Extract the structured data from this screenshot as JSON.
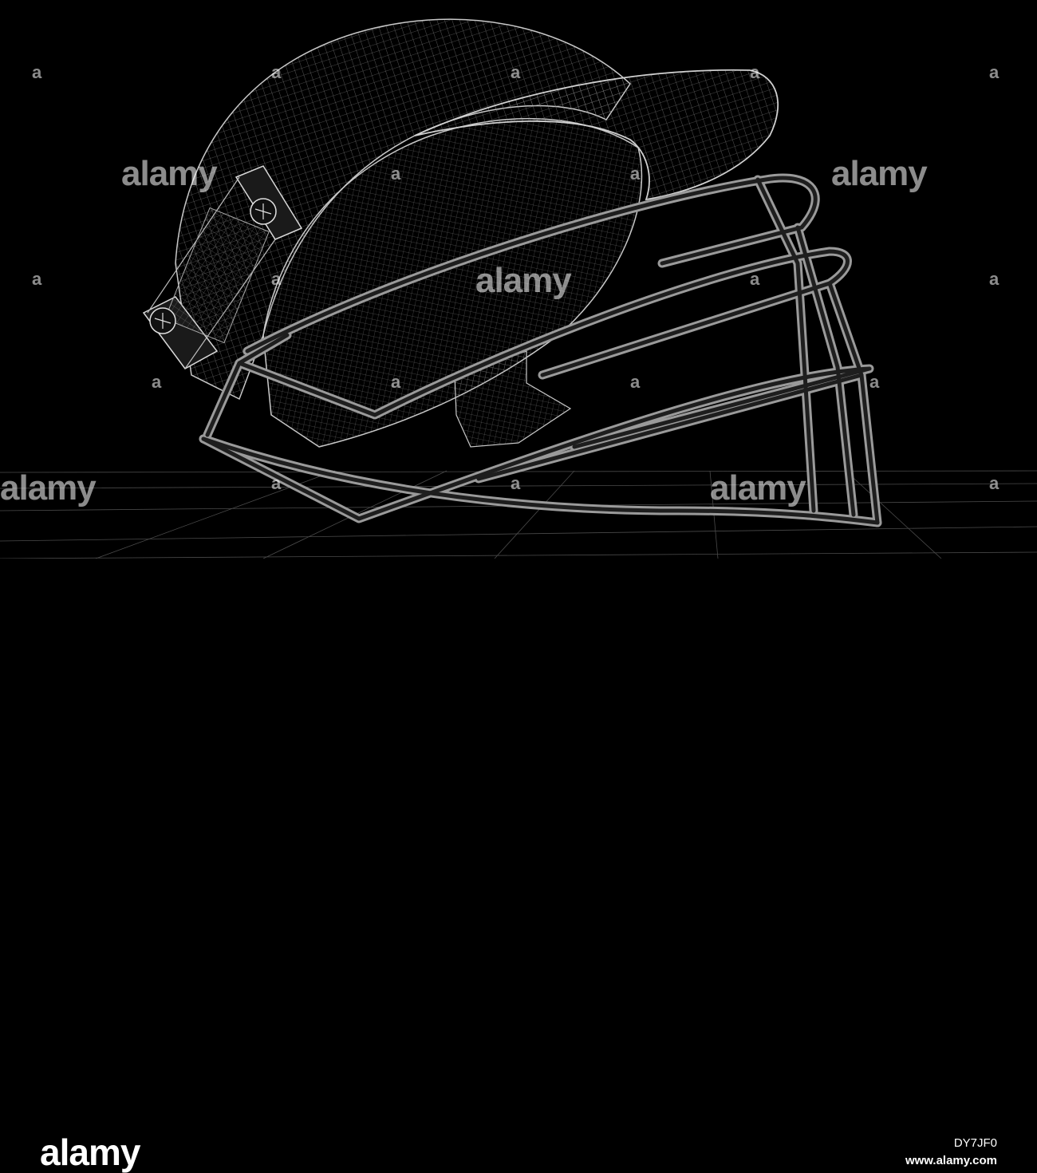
{
  "scene": {
    "subject": "wireframe-cricket-helmet",
    "background_color": "#000000",
    "wire_color": "#b8b8b8"
  },
  "watermark": {
    "brand_text": "alamy",
    "small_mark": "a"
  },
  "footer": {
    "brand": "alamy",
    "image_id": "DY7JF0",
    "site": "www.alamy.com"
  }
}
